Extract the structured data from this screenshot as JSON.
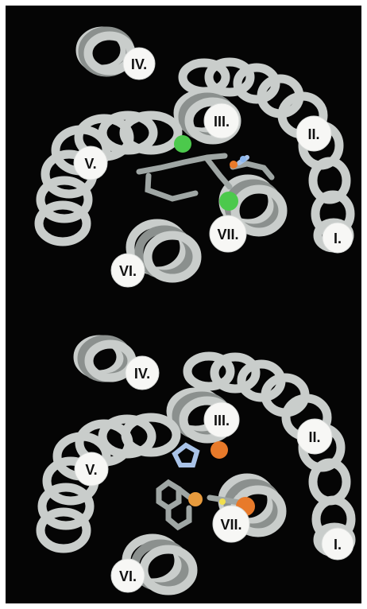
{
  "panels": [
    {
      "id": "top",
      "labels": {
        "IV": "IV.",
        "III": "III.",
        "II": "II.",
        "V": "V.",
        "VII": "VII.",
        "I": "I.",
        "VI": "VI."
      },
      "colors": {
        "helix": "#c9cdcb",
        "atom_green": "#4cc94c",
        "atom_orange": "#e87a2a",
        "atom_blue": "#8db7ee"
      }
    },
    {
      "id": "bottom",
      "labels": {
        "IV": "IV.",
        "III": "III.",
        "II": "II.",
        "V": "V.",
        "VII": "VII.",
        "I": "I.",
        "VI": "VI."
      },
      "colors": {
        "helix": "#c9cdcb",
        "atom_orange": "#e87a2a",
        "atom_yellow": "#f1df4d",
        "atom_blue": "#8db7ee"
      }
    }
  ]
}
